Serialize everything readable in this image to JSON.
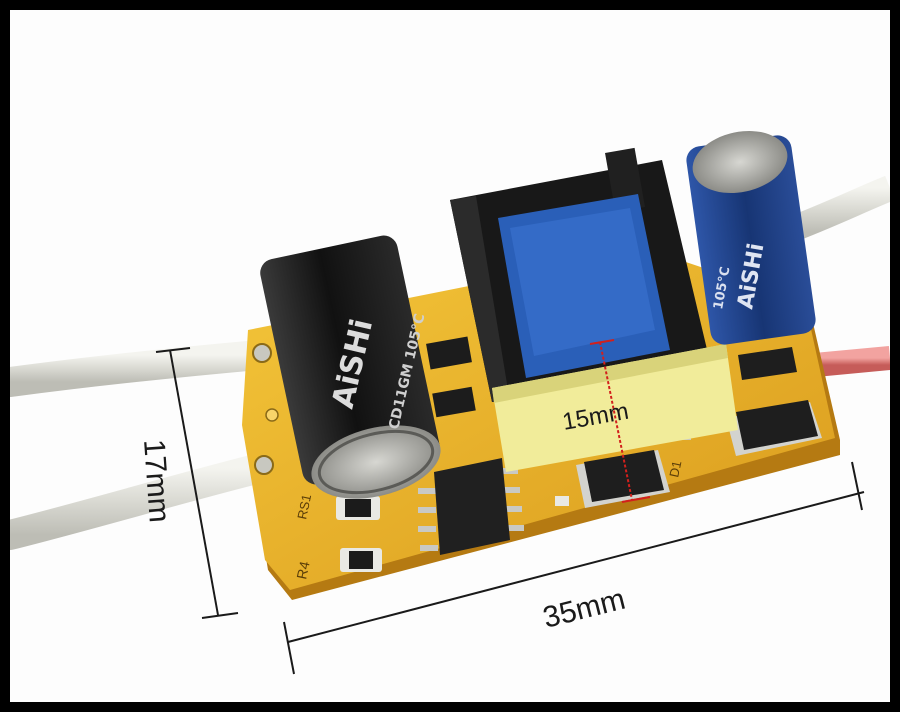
{
  "dimensions": {
    "height_label": "17mm",
    "length_label": "35mm",
    "transformer_label": "15mm"
  },
  "capacitors": {
    "large_brand": "AiSHi",
    "large_rating": "CD11GM 105°C",
    "small_brand": "AiSHi",
    "small_rating": "105°C"
  },
  "board_markings": {
    "resistor_r4": "R4",
    "resistor_rs1": "RS1",
    "diode_d1": "D1"
  },
  "colors": {
    "background": "#fdfdfd",
    "frame": "#000000",
    "pcb": "#e9b52a",
    "transformer_core": "#1a1a1a",
    "transformer_coil": "#2a5fb8",
    "transformer_tape": "#f1ec9a",
    "capacitor_large": "#1d1d1d",
    "capacitor_small": "#1d3f86",
    "wire_white": "#e6e6e0",
    "wire_red": "#e88583",
    "dimension_red": "#d2201c"
  }
}
